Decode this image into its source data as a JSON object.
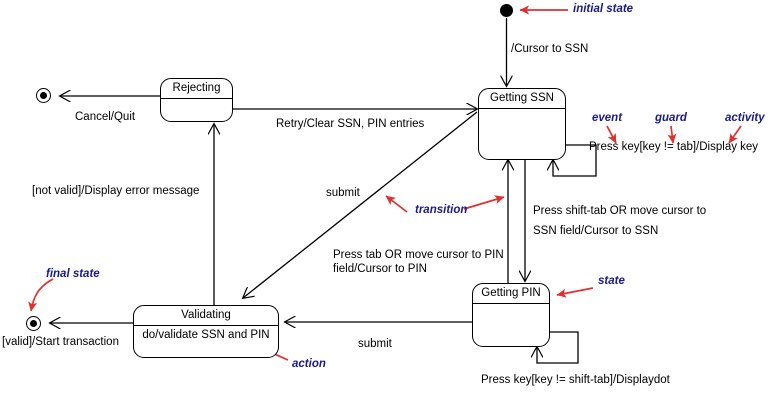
{
  "diagram": {
    "title": "ATM SSN/PIN entry UML state diagram",
    "colors": {
      "line": "#000000",
      "annotation_text": "#1a1a8c",
      "annotation_arrow": "#e03030",
      "background": "#ffffff"
    }
  },
  "states": [
    {
      "id": "rejecting",
      "name": "Rejecting",
      "activity": ""
    },
    {
      "id": "getting_ssn",
      "name": "Getting SSN",
      "activity": ""
    },
    {
      "id": "validating",
      "name": "Validating",
      "activity": "do/validate SSN and PIN"
    },
    {
      "id": "getting_pin",
      "name": "Getting PIN",
      "activity": ""
    }
  ],
  "pseudostates": [
    {
      "id": "initial",
      "kind": "initial-state"
    },
    {
      "id": "final_cancel",
      "kind": "final-state"
    },
    {
      "id": "final_valid",
      "kind": "final-state"
    }
  ],
  "transitions": [
    {
      "id": "t_init_ssn",
      "label": "/Cursor to SSN"
    },
    {
      "id": "t_rej_final",
      "label": "Cancel/Quit"
    },
    {
      "id": "t_rej_ssn",
      "label": "Retry/Clear SSN, PIN entries"
    },
    {
      "id": "t_val_rej",
      "label": "[not valid]/Display error message"
    },
    {
      "id": "t_val_final",
      "label": "[valid]/Start transaction"
    },
    {
      "id": "t_ssn_self",
      "label": "Press key[key != tab]/Display key"
    },
    {
      "id": "t_ssn_pin",
      "label_line1": "Press tab OR move cursor to PIN",
      "label_line2": "field/Cursor to PIN"
    },
    {
      "id": "t_pin_ssn",
      "label_line1": "Press shift-tab OR move cursor to",
      "label_line2": "SSN field/Cursor to SSN"
    },
    {
      "id": "t_ssn_validate",
      "label": "submit"
    },
    {
      "id": "t_pin_validate",
      "label": "submit"
    },
    {
      "id": "t_pin_self",
      "label": "Press key[key != shift-tab]/Displaydot"
    }
  ],
  "annotations": [
    {
      "id": "a_initial",
      "text": "initial state"
    },
    {
      "id": "a_event",
      "text": "event"
    },
    {
      "id": "a_guard",
      "text": "guard"
    },
    {
      "id": "a_activity",
      "text": "activity"
    },
    {
      "id": "a_transition",
      "text": "transition"
    },
    {
      "id": "a_state",
      "text": "state"
    },
    {
      "id": "a_final",
      "text": "final state"
    },
    {
      "id": "a_action",
      "text": "action"
    }
  ]
}
